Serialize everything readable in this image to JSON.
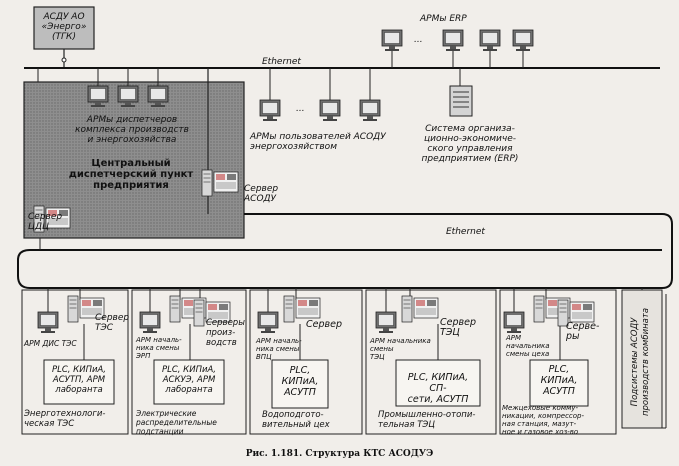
{
  "tgk": {
    "text": "АСДУ АО\n«Энерго»\n(ТГК)"
  },
  "erp_arms": {
    "text": "АРМы ERP"
  },
  "ethernet_top": {
    "text": "Ethernet"
  },
  "ethernet_mid": {
    "text": "Ethernet"
  },
  "central": {
    "arms_text": "АРМы диспетчеров\nкомплекса производств\nи энергохозяйства",
    "title": "Центральный\nдиспетчерский пункт\nпредприятия",
    "server": "Сервер\nЦДЦ"
  },
  "users_arms": {
    "text": "АРМы пользователей АСОДУ\nэнергохозяйством"
  },
  "erp_system": {
    "text": "Система организа-\nционно-экономиче-\nского управления\nпредприятием (ERP)"
  },
  "asodu_server": {
    "text": "Сервер\nАСОДУ"
  },
  "units": [
    {
      "arm": "АРМ ДИС ТЭС",
      "server": "Сервер\nТЭС",
      "plc": "PLC, КИПиА,\nАСУТП, АРМ\nлаборанта",
      "name": "Энерготехнологи-\nческая ТЭС"
    },
    {
      "arm": "АРМ началь-\nника смены\nЭРП",
      "server": "Серверы\nпроиз-\nводств",
      "plc": "PLC, КИПиА,\nАСКУЭ, АРМ\nлаборанта",
      "name": "Электрические\nраспределительные\nподстанции"
    },
    {
      "arm": "АРМ началь-\nника смены\nВПЦ",
      "server": "Сервер",
      "plc": "PLC,\nКИПиА,\nАСУТП",
      "name": "Водоподгото-\nвительный цех"
    },
    {
      "arm": "АРМ начальника\nсмены\nТЭЦ",
      "server": "Сервер\nТЭЦ",
      "plc": "PLC, КИПиА, СП-\nсети, АСУТП",
      "name": "Промышленно-отопи-\nтельная ТЭЦ"
    },
    {
      "arm": "АРМ\nначальника\nсмены цеха",
      "server": "Серве-\nры",
      "plc": "PLC,\nКИПиА,\nАСУТП",
      "name": "Межцеховые комму-\nникации, компрессор-\nная станция, мазут-\nное и газовое хоз-во"
    }
  ],
  "subsystems": {
    "text": "Подсистемы АСОДУ\nпроизводств комбината"
  },
  "dots": "...",
  "caption": "Рис. 1.181. Структура КТС АСОДУЭ"
}
